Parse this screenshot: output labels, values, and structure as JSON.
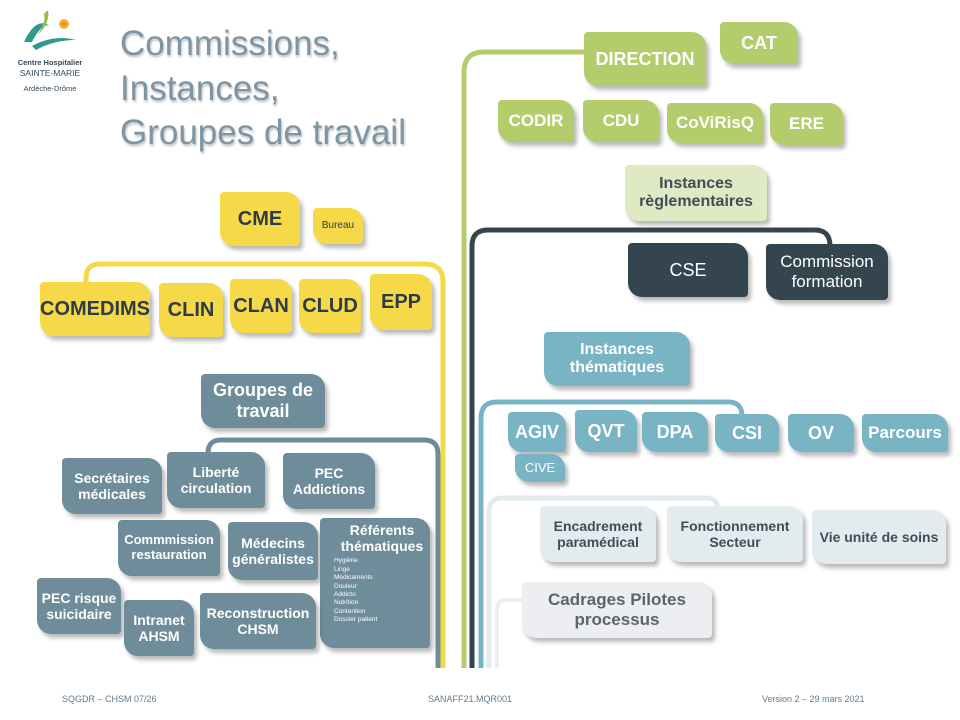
{
  "logo": {
    "line1": "Centre Hospitalier",
    "line2": "SAINTE-MARIE",
    "line3": "Ardèche-Drôme"
  },
  "title": {
    "line1": "Commissions,",
    "line2": "Instances,",
    "line3": "Groupes de travail"
  },
  "cme": {
    "cme": "CME",
    "bureau": "Bureau",
    "children": [
      "COMEDIMS",
      "CLIN",
      "CLAN",
      "CLUD",
      "EPP"
    ]
  },
  "groupes": {
    "title_line1": "Groupes de",
    "title_line2": "travail",
    "secretaires": [
      "Secrétaires",
      "médicales"
    ],
    "liberte": [
      "Liberté",
      "circulation"
    ],
    "pec_addictions": [
      "PEC",
      "Addictions"
    ],
    "restauration": [
      "Commmission",
      "restauration"
    ],
    "medecins": [
      "Médecins",
      "généralistes"
    ],
    "referents": [
      "Référents",
      "thématiques"
    ],
    "referents_items": [
      "Hygiène",
      "Linge",
      "Médicaments",
      "Douleur",
      "Addicto",
      "Nutrition",
      "Contention",
      "Dossier patient"
    ],
    "pec_suicidaire": [
      "PEC risque",
      "suicidaire"
    ],
    "intranet": [
      "Intranet",
      "AHSM"
    ],
    "reconstruction": [
      "Reconstruction",
      "CHSM"
    ]
  },
  "direction": {
    "direction": "DIRECTION",
    "cat": "CAT",
    "children": [
      "CODIR",
      "CDU",
      "CoViRisQ",
      "ERE"
    ]
  },
  "reglementaires": {
    "title_line1": "Instances",
    "title_line2": "règlementaires",
    "cse": "CSE",
    "formation": [
      "Commission",
      "formation"
    ]
  },
  "thematiques": {
    "title_line1": "Instances",
    "title_line2": "thématiques",
    "children": [
      "AGIV",
      "QVT",
      "DPA",
      "CSI",
      "OV",
      "Parcours"
    ],
    "cive": "CIVE"
  },
  "encadrement": {
    "encadrement": [
      "Encadrement",
      "paramédical"
    ],
    "fonctionnement": [
      "Fonctionnement",
      "Secteur"
    ],
    "vie": "Vie unité de soins",
    "cadrages": [
      "Cadrages Pilotes",
      "processus"
    ]
  },
  "footer": {
    "left": "SQGDR – CHSM 07/26",
    "center": "SANAFF21.MQR001",
    "right": "Version 2 – 29 mars 2021"
  },
  "colors": {
    "yellow": "#f6d949",
    "green": "#b3cc6c",
    "dark": "#35454f",
    "teal": "#78b4c4",
    "steel": "#6e8c99"
  }
}
